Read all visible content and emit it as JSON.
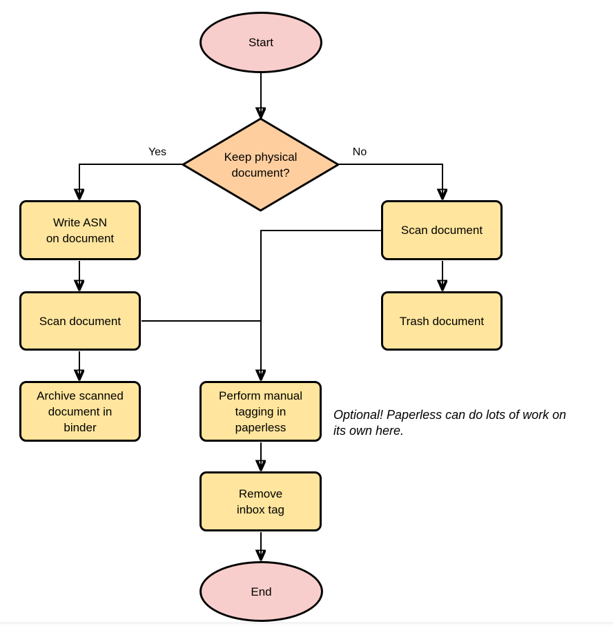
{
  "diagram": {
    "colors": {
      "terminal_fill": "#f8cecc",
      "decision_fill": "#ffce9e",
      "process_fill": "#ffe59d",
      "stroke": "#000000",
      "page_bottom_edge": "#e6e6e6"
    },
    "nodes": {
      "start": {
        "type": "terminal",
        "label": "Start"
      },
      "decision": {
        "type": "decision",
        "label": "Keep physical\ndocument?"
      },
      "write_asn": {
        "type": "process",
        "label": "Write ASN\non document"
      },
      "scan_left": {
        "type": "process",
        "label": "Scan document"
      },
      "archive": {
        "type": "process",
        "label": "Archive scanned\ndocument in\nbinder"
      },
      "scan_right": {
        "type": "process",
        "label": "Scan document"
      },
      "trash": {
        "type": "process",
        "label": "Trash document"
      },
      "tagging": {
        "type": "process",
        "label": "Perform manual\ntagging in\npaperless"
      },
      "remove_inbox": {
        "type": "process",
        "label": "Remove\ninbox tag"
      },
      "end": {
        "type": "terminal",
        "label": "End"
      }
    },
    "edge_labels": {
      "yes": "Yes",
      "no": "No"
    },
    "annotation": "Optional! Paperless can do lots of work on\nits own here."
  }
}
